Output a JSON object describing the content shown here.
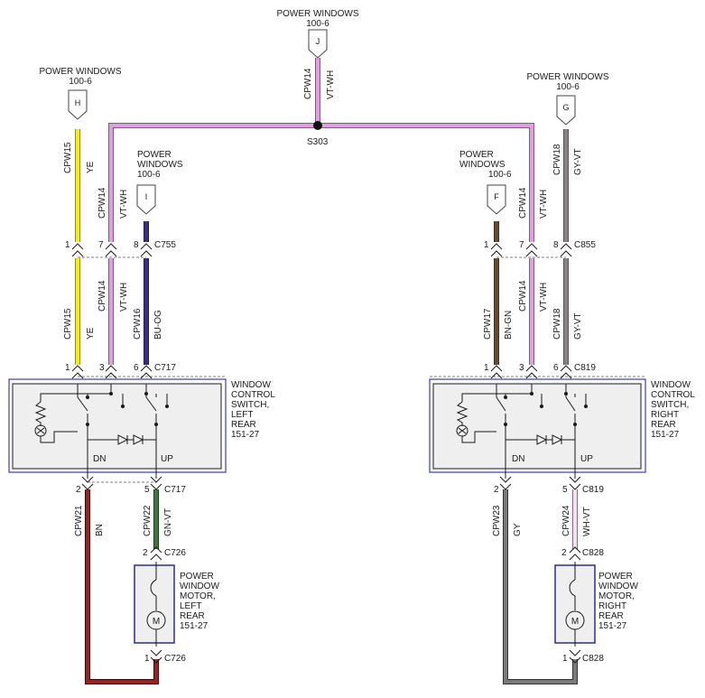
{
  "splice": {
    "label": "S303"
  },
  "connectors": {
    "J": {
      "title": "POWER WINDOWS",
      "ref": "100-6",
      "letter": "J"
    },
    "H": {
      "title": "POWER WINDOWS",
      "ref": "100-6",
      "letter": "H"
    },
    "G": {
      "title": "POWER WINDOWS",
      "ref": "100-6",
      "letter": "G"
    },
    "I": {
      "title1": "POWER",
      "title2": "WINDOWS",
      "ref": "100-6",
      "letter": "I"
    },
    "F": {
      "title1": "POWER",
      "title2": "WINDOWS",
      "ref": "100-6",
      "letter": "F"
    }
  },
  "wires": {
    "j": {
      "circuit": "CPW14",
      "color": "VT-WH"
    },
    "h_top": {
      "circuit": "CPW15",
      "color": "YE"
    },
    "l7_top": {
      "circuit": "CPW14",
      "color": "VT-WH"
    },
    "r7_top": {
      "circuit": "CPW14",
      "color": "VT-WH"
    },
    "g_top": {
      "circuit": "CPW18",
      "color": "GY-VT"
    },
    "h_bot": {
      "circuit": "CPW15",
      "color": "YE"
    },
    "l7_bot": {
      "circuit": "CPW14",
      "color": "VT-WH"
    },
    "i_bot": {
      "circuit": "CPW16",
      "color": "BU-OG"
    },
    "f_bot": {
      "circuit": "CPW17",
      "color": "BN-GN"
    },
    "r7_bot": {
      "circuit": "CPW14",
      "color": "VT-WH"
    },
    "g_bot": {
      "circuit": "CPW18",
      "color": "GY-VT"
    },
    "l_dn": {
      "circuit": "CPW21",
      "color": "BN"
    },
    "l_up": {
      "circuit": "CPW22",
      "color": "GN-VT"
    },
    "r_dn": {
      "circuit": "CPW23",
      "color": "GY"
    },
    "r_up": {
      "circuit": "CPW24",
      "color": "WH-VT"
    }
  },
  "pins": {
    "lc755": {
      "p1": "1",
      "p7": "7",
      "p8": "8",
      "name": "C755"
    },
    "rc855": {
      "p1": "1",
      "p7": "7",
      "p8": "8",
      "name": "C855"
    },
    "lc717": {
      "p1": "1",
      "p3": "3",
      "p6": "6",
      "name": "C717"
    },
    "rc819": {
      "p1": "1",
      "p3": "3",
      "p6": "6",
      "name": "C819"
    },
    "ldown": {
      "p2": "2",
      "p5": "5",
      "name": "C717"
    },
    "rdown": {
      "p2": "2",
      "p5": "5",
      "name": "C819"
    },
    "lmot_top": {
      "pin": "2",
      "name": "C726"
    },
    "lmot_bot": {
      "pin": "1",
      "name": "C726"
    },
    "rmot_top": {
      "pin": "2",
      "name": "C828"
    },
    "rmot_bot": {
      "pin": "1",
      "name": "C828"
    }
  },
  "switches": {
    "left": {
      "l1": "WINDOW",
      "l2": "CONTROL",
      "l3": "SWITCH,",
      "l4": "LEFT",
      "l5": "REAR",
      "l6": "151-27",
      "dn": "DN",
      "up": "UP"
    },
    "right": {
      "l1": "WINDOW",
      "l2": "CONTROL",
      "l3": "SWITCH,",
      "l4": "RIGHT",
      "l5": "REAR",
      "l6": "151-27",
      "dn": "DN",
      "up": "UP"
    }
  },
  "motors": {
    "left": {
      "l1": "POWER",
      "l2": "WINDOW",
      "l3": "MOTOR,",
      "l4": "LEFT",
      "l5": "REAR",
      "l6": "151-27",
      "symbol": "M"
    },
    "right": {
      "l1": "POWER",
      "l2": "WINDOW",
      "l3": "MOTOR,",
      "l4": "RIGHT",
      "l5": "REAR",
      "l6": "151-27",
      "symbol": "M"
    }
  },
  "colors": {
    "yellow": "#f5f000",
    "violet_white": "#e89ae8",
    "blue_orange": "#3a2a9a",
    "brown_green": "#6a4a2a",
    "gray_violet": "#8a8088",
    "brown": "#a02020",
    "green_violet": "#3a7a3a",
    "gray": "#7a7a7a",
    "white_violet": "#f0e4f0"
  }
}
